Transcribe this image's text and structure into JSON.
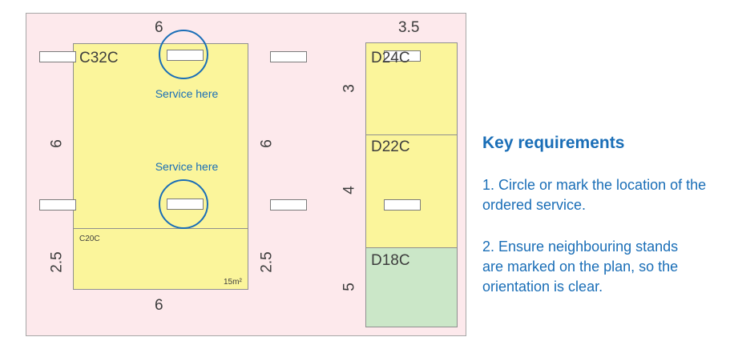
{
  "plan": {
    "dimensions": {
      "top_left": "6",
      "top_right": "3.5",
      "left_upper": "6",
      "right_upper": "6",
      "left_lower": "2.5",
      "right_lower": "2.5",
      "bottom": "6",
      "right_col_1": "3",
      "right_col_2": "4",
      "right_col_3": "5"
    },
    "stands": {
      "c32c": "C32C",
      "c20c": "C20C",
      "c20c_area": "15m²",
      "d24c": "D24C",
      "d22c": "D22C",
      "d18c": "D18C"
    },
    "service_labels": {
      "top": "Service here",
      "bottom": "Service here"
    }
  },
  "key": {
    "title": "Key requirements",
    "item1": "1. Circle or mark the location of the ordered service.",
    "item2": "2. Ensure neighbouring stands are marked on the plan, so the orientation is clear."
  },
  "colors": {
    "floor": "#fde9ec",
    "stand_yellow": "#fbf59b",
    "stand_green": "#cbe7c8",
    "accent_blue": "#1a6eb7"
  }
}
